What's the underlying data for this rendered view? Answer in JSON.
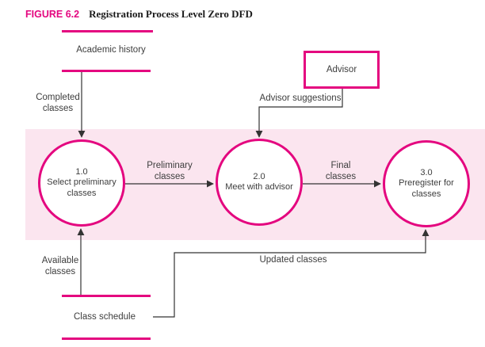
{
  "figure": {
    "label": "FIGURE 6.2",
    "title": "Registration Process Level Zero DFD"
  },
  "diagram": {
    "external_entity": {
      "name": "Advisor"
    },
    "data_stores": {
      "academic_history": {
        "label": "Academic history"
      },
      "class_schedule": {
        "label": "Class schedule"
      }
    },
    "processes": {
      "p1": {
        "number": "1.0",
        "name": "Select preliminary\nclasses"
      },
      "p2": {
        "number": "2.0",
        "name": "Meet with advisor"
      },
      "p3": {
        "number": "3.0",
        "name": "Preregister for\nclasses"
      }
    },
    "flows": {
      "completed_classes": {
        "label": "Completed\nclasses",
        "from": "Academic history",
        "to": "1.0"
      },
      "advisor_suggestions": {
        "label": "Advisor suggestions",
        "from": "Advisor",
        "to": "2.0"
      },
      "preliminary_classes": {
        "label": "Preliminary\nclasses",
        "from": "1.0",
        "to": "2.0"
      },
      "final_classes": {
        "label": "Final\nclasses",
        "from": "2.0",
        "to": "3.0"
      },
      "available_classes": {
        "label": "Available\nclasses",
        "from": "Class schedule",
        "to": "1.0"
      },
      "updated_classes": {
        "label": "Updated classes",
        "from": "Class schedule",
        "to": "3.0"
      }
    }
  },
  "colors": {
    "magenta": "#E4067F",
    "band_pink": "#FBE5EF",
    "line": "#333333",
    "text": "#3D3D3D"
  }
}
